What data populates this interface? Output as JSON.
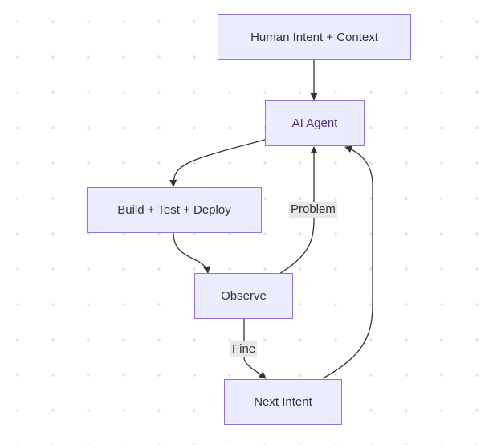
{
  "nodes": {
    "human_intent": "Human Intent + Context",
    "ai_agent": "AI Agent",
    "build": "Build + Test + Deploy",
    "observe": "Observe",
    "next_intent": "Next Intent"
  },
  "edge_labels": {
    "problem": "Problem",
    "fine": "Fine"
  },
  "colors": {
    "node_fill": "#ECECFF",
    "node_border": "#9370DB",
    "edge": "#333333",
    "label_bg": "#e8e8e8"
  }
}
